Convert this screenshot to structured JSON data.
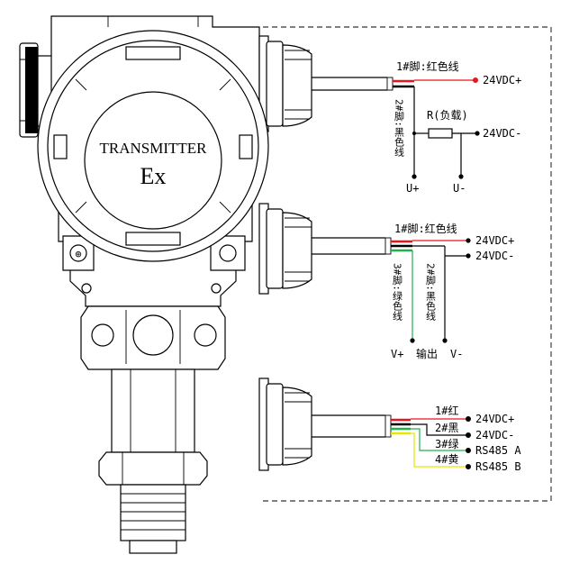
{
  "device": {
    "title_line1": "TRANSMITTER",
    "title_line2": "Ex"
  },
  "wiring_two_wire": {
    "pin1_label": "1#脚:红色线",
    "pin2_label": "2#脚:黑色线",
    "load_label": "R(负载)",
    "supply_pos": "24VDC+",
    "supply_neg": "24VDC-",
    "meter_pos": "U+",
    "meter_neg": "U-"
  },
  "wiring_three_wire": {
    "pin1_label": "1#脚:红色线",
    "pin2_label": "2#脚:黑色线",
    "pin3_label": "3#脚:绿色线",
    "supply_pos": "24VDC+",
    "supply_neg": "24VDC-",
    "vplus": "V+",
    "output": "输出",
    "vminus": "V-"
  },
  "wiring_rs485": {
    "pin1_label": "1#红",
    "pin2_label": "2#黑",
    "pin3_label": "3#绿",
    "pin4_label": "4#黄",
    "supply_pos": "24VDC+",
    "supply_neg": "24VDC-",
    "rs485_a": "RS485 A",
    "rs485_b": "RS485 B"
  },
  "colors": {
    "red_wire": "#e8141e",
    "black_wire": "#000000",
    "green_wire": "#22b14c",
    "yellow_wire": "#e6e600"
  }
}
